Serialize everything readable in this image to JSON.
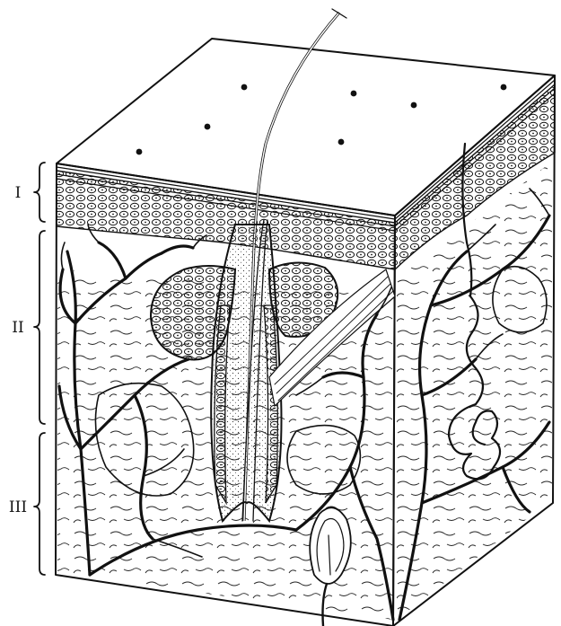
{
  "layer_labels": [
    {
      "label": "I"
    },
    {
      "label": "II"
    },
    {
      "label": "III"
    }
  ],
  "colors": {
    "ink": "#111111",
    "background": "#ffffff"
  }
}
